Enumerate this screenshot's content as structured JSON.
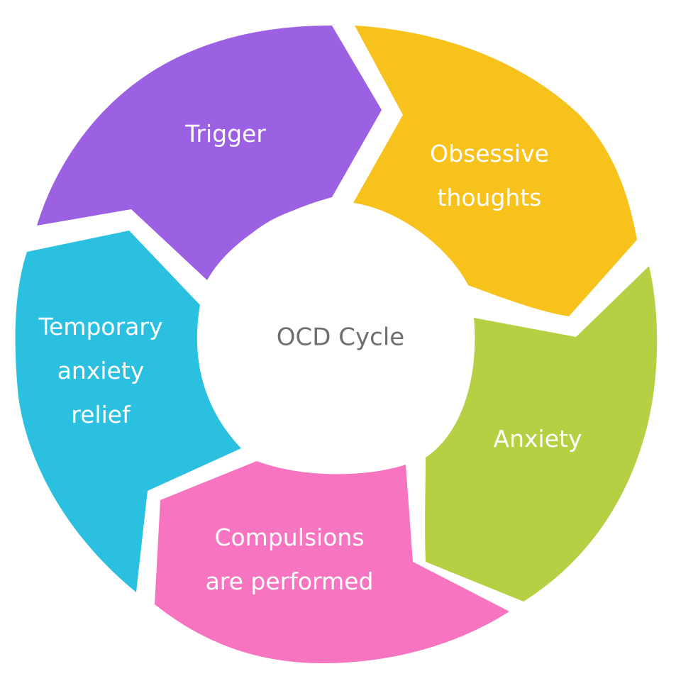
{
  "center": {
    "label": "OCD Cycle",
    "color": "#6f6f6f"
  },
  "segments": [
    {
      "id": "trigger",
      "lines": [
        "Trigger"
      ],
      "color": "#9c61e2"
    },
    {
      "id": "obsessive-thoughts",
      "lines": [
        "Obsessive",
        "thoughts"
      ],
      "color": "#f8c21c"
    },
    {
      "id": "anxiety",
      "lines": [
        "Anxiety"
      ],
      "color": "#b5d143"
    },
    {
      "id": "compulsions",
      "lines": [
        "Compulsions",
        "are performed"
      ],
      "color": "#f775c0"
    },
    {
      "id": "relief",
      "lines": [
        "Temporary",
        "anxiety",
        "relief"
      ],
      "color": "#2bc0e0"
    }
  ]
}
